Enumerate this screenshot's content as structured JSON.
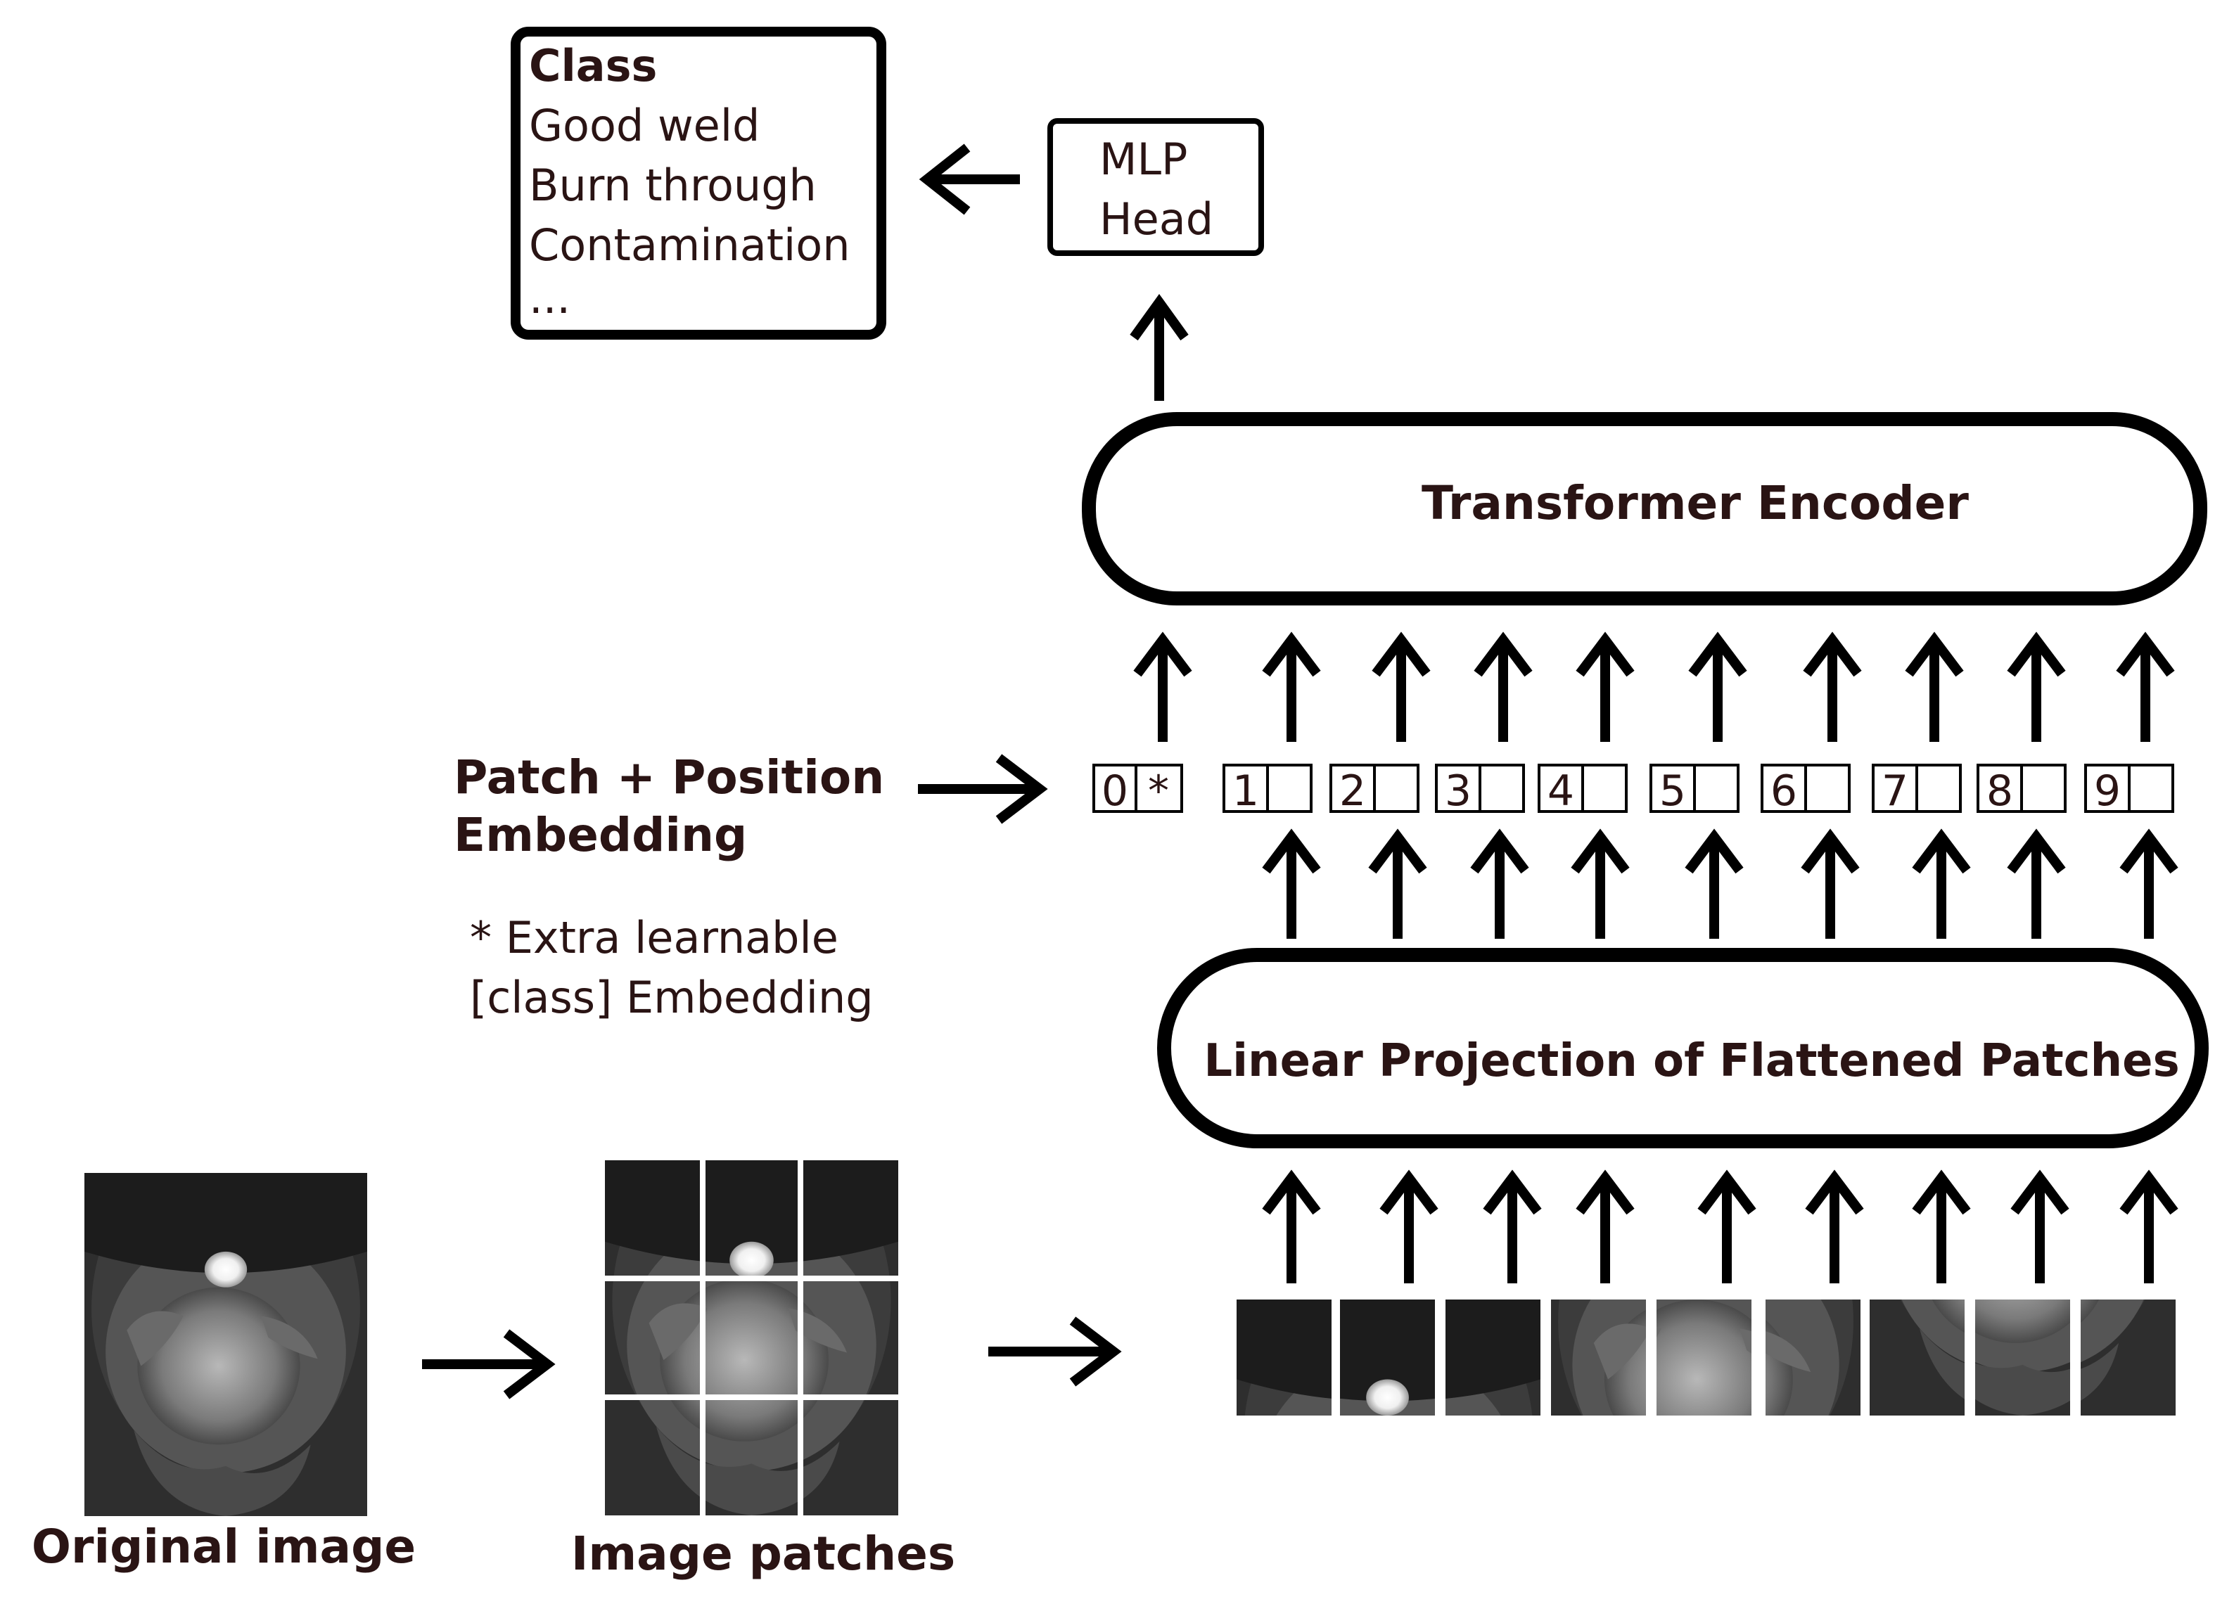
{
  "class_box": {
    "title": "Class",
    "items": [
      "Good weld",
      "Burn through",
      "Contamination",
      "..."
    ]
  },
  "mlp_head": {
    "line1": "MLP",
    "line2": "Head"
  },
  "transformer_encoder": {
    "label": "Transformer Encoder"
  },
  "embedding": {
    "label_line1": "Patch + Position",
    "label_line2": "Embedding",
    "note_line1": "* Extra learnable",
    "note_line2": "[class] Embedding",
    "class_token": {
      "index": "0",
      "mark": "*"
    },
    "patch_indices": [
      "1",
      "2",
      "3",
      "4",
      "5",
      "6",
      "7",
      "8",
      "9"
    ]
  },
  "linear_projection": {
    "label": "Linear Projection of Flattened Patches"
  },
  "original_image": {
    "label": "Original image"
  },
  "image_patches": {
    "label": "Image patches",
    "grid": "3x3"
  },
  "flattened_patches": {
    "count": 9
  },
  "colors": {
    "text": "#2a1414",
    "stroke": "#000000",
    "image_dark": "#2c2c2c"
  }
}
